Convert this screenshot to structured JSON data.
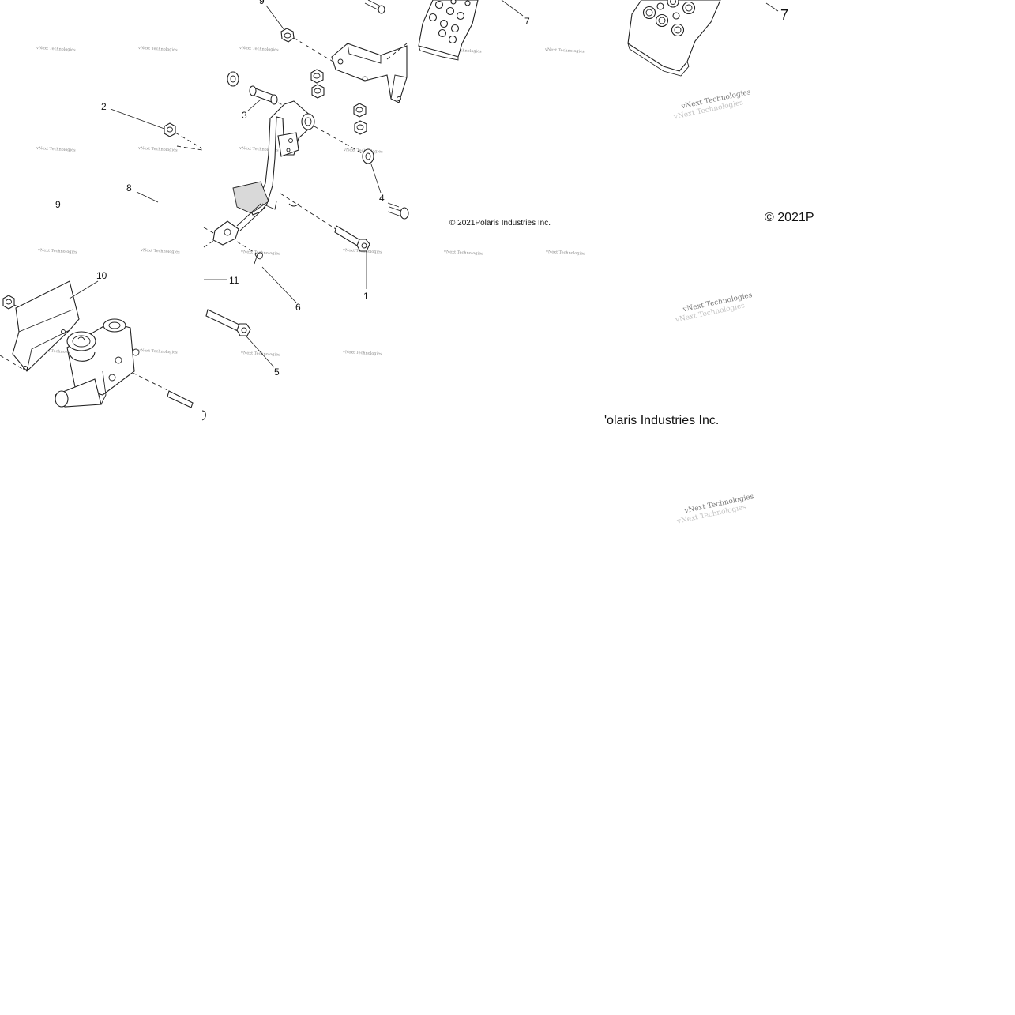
{
  "callouts": {
    "c9_top": "9",
    "c7_small": "7",
    "c7_large": "7",
    "c2": "2",
    "c3": "3",
    "c8": "8",
    "c9_left": "9",
    "c4": "4",
    "c10": "10",
    "c11": "11",
    "c6": "6",
    "c1": "1",
    "c5": "5"
  },
  "copyright": {
    "small": "© 2021Polaris Industries Inc.",
    "large_partial": "© 2021P",
    "large_partial_2": "'olaris Industries Inc."
  },
  "watermark": {
    "text": "vNext Technologies"
  }
}
